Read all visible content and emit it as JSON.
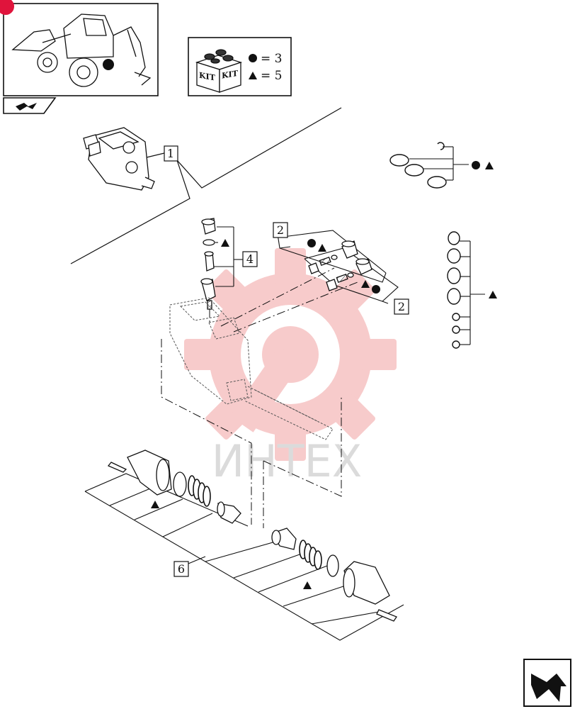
{
  "kit_legend": {
    "kit_word_1": "KIT",
    "kit_word_2": "KIT",
    "circle_label": "= 3",
    "triangle_label": "= 5"
  },
  "callouts": {
    "item_1": "1",
    "item_2_upper": "2",
    "item_2_lower": "2",
    "item_4": "4",
    "item_6": "6"
  },
  "watermark": {
    "text": "ИНТЕХ",
    "color": "#f7c6c6"
  },
  "colors": {
    "line": "#111111",
    "corner_badge": "#e0143c"
  }
}
